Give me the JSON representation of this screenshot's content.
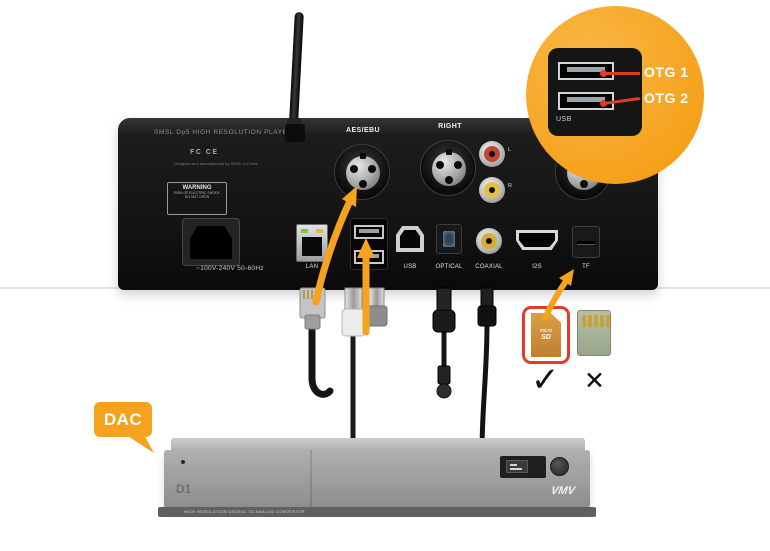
{
  "device": {
    "brand": "SMSL Dp5   HIGH RESOLUTION PLAYER",
    "certs": "FC CE",
    "designed": "Designed and manufactured by SMSL in China",
    "warning": {
      "title": "WARNING",
      "line1": "RISK OF ELECTRIC SHOCK",
      "line2": "DO NOT OPEN"
    },
    "power_rating": "~100V-240V 50-60Hz",
    "labels": {
      "aes_ebu": "AES/EBU",
      "right": "RIGHT",
      "rca_l": "L",
      "rca_r": "R",
      "lan": "LAN",
      "usb_b": "USB",
      "optical": "OPTICAL",
      "coaxial": "COAXIAL",
      "i2s": "I2S",
      "tf": "TF"
    }
  },
  "callout": {
    "otg1": "OTG 1",
    "otg2": "OTG 2",
    "usb": "USB"
  },
  "cards": {
    "micro": "micro",
    "sd": "SD",
    "check": "✓",
    "cross": "✕"
  },
  "dac": {
    "bubble": "DAC",
    "model": "D1",
    "logo": "VMV",
    "tagline": "HIGH RESOLUTION DIGITAL TO ANALOG CONVERTER"
  },
  "colors": {
    "accent_orange": "#f5a31f",
    "highlight_red": "#e23b2a",
    "device_black": "#151515",
    "dac_gray": "#9c9c9c"
  }
}
